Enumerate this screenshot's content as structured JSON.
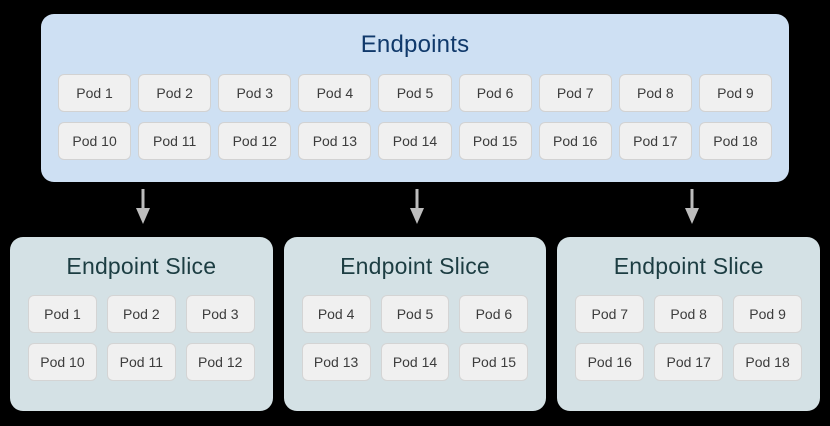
{
  "diagram": {
    "background_color": "#000000",
    "endpoints": {
      "title": "Endpoints",
      "title_color": "#10396b",
      "box_color": "#cee0f3",
      "rows": [
        [
          "Pod 1",
          "Pod 2",
          "Pod 3",
          "Pod 4",
          "Pod 5",
          "Pod 6",
          "Pod 7",
          "Pod 8",
          "Pod 9"
        ],
        [
          "Pod 10",
          "Pod 11",
          "Pod 12",
          "Pod 13",
          "Pod 14",
          "Pod 15",
          "Pod 16",
          "Pod 17",
          "Pod 18"
        ]
      ]
    },
    "arrows": {
      "count": 3,
      "color": "#bdbdbd",
      "direction": "down"
    },
    "slices": [
      {
        "title": "Endpoint Slice",
        "title_color": "#1c3d42",
        "box_color": "#d4e1e5",
        "rows": [
          [
            "Pod 1",
            "Pod 2",
            "Pod 3"
          ],
          [
            "Pod 10",
            "Pod 11",
            "Pod 12"
          ]
        ]
      },
      {
        "title": "Endpoint Slice",
        "title_color": "#1c3d42",
        "box_color": "#d4e1e5",
        "rows": [
          [
            "Pod 4",
            "Pod 5",
            "Pod 6"
          ],
          [
            "Pod 13",
            "Pod 14",
            "Pod 15"
          ]
        ]
      },
      {
        "title": "Endpoint Slice",
        "title_color": "#1c3d42",
        "box_color": "#d4e1e5",
        "rows": [
          [
            "Pod 7",
            "Pod 8",
            "Pod 9"
          ],
          [
            "Pod 16",
            "Pod 17",
            "Pod 18"
          ]
        ]
      }
    ]
  }
}
